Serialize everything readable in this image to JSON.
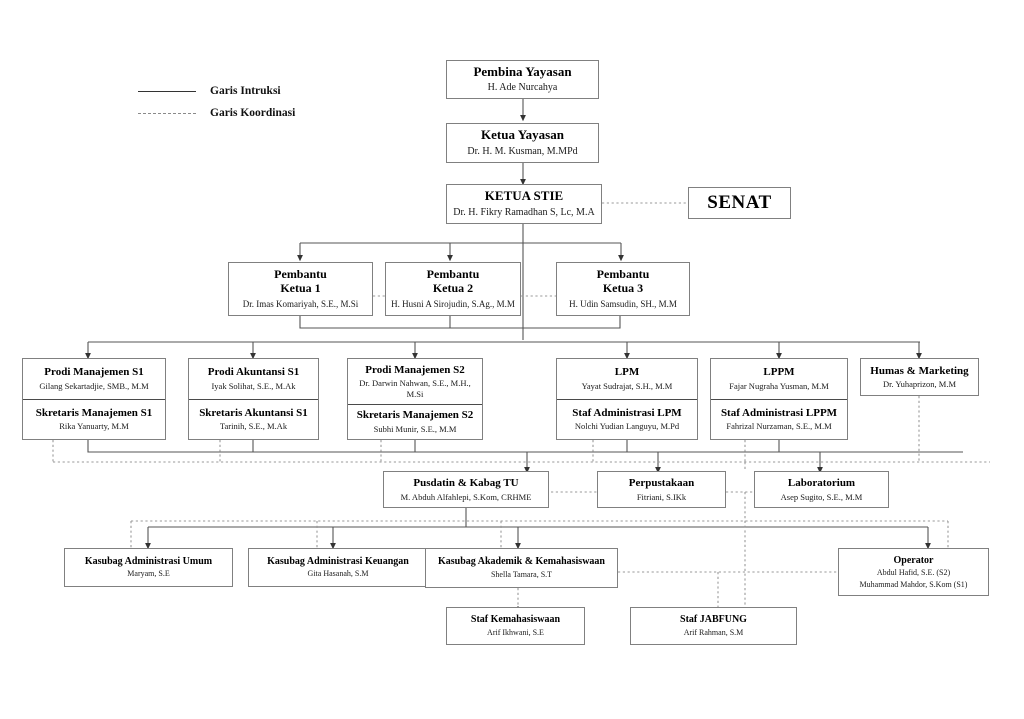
{
  "legend": {
    "items": [
      {
        "label": "Garis Intruksi",
        "style": "solid"
      },
      {
        "label": "Garis Koordinasi",
        "style": "dotted"
      }
    ]
  },
  "nodes": {
    "pembina_yayasan": {
      "title": "Pembina Yayasan",
      "person": "H. Ade Nurcahya"
    },
    "ketua_yayasan": {
      "title": "Ketua Yayasan",
      "person": "Dr. H. M. Kusman, M.MPd"
    },
    "ketua_stie": {
      "title": "KETUA STIE",
      "person": "Dr. H. Fikry Ramadhan S, Lc, M.A"
    },
    "senat": {
      "title": "SENAT"
    },
    "pembantu_ketua_1": {
      "title_line1": "Pembantu",
      "title_line2": "Ketua 1",
      "person": "Dr. Imas Komariyah, S.E., M.Si"
    },
    "pembantu_ketua_2": {
      "title_line1": "Pembantu",
      "title_line2": "Ketua 2",
      "person": "H. Husni A Sirojudin, S.Ag., M.M"
    },
    "pembantu_ketua_3": {
      "title_line1": "Pembantu",
      "title_line2": "Ketua 3",
      "person": "H. Udin Samsudin, SH., M.M"
    },
    "prodi_manajemen_s1": {
      "title": "Prodi Manajemen S1",
      "person": "Gilang Sekartadjie, SMB., M.M"
    },
    "skretaris_manajemen_s1": {
      "title": "Skretaris Manajemen S1",
      "person": "Rika Yanuarty, M.M"
    },
    "prodi_akuntansi_s1": {
      "title": "Prodi Akuntansi S1",
      "person": "Iyak Solihat, S.E., M.Ak"
    },
    "skretaris_akuntansi_s1": {
      "title": "Skretaris Akuntansi S1",
      "person": "Tarinih, S.E., M.Ak"
    },
    "prodi_manajemen_s2": {
      "title": "Prodi Manajemen S2",
      "person": "Dr. Darwin Nahwan, S.E., M.H., M.Si"
    },
    "skretaris_manajemen_s2": {
      "title": "Skretaris Manajemen S2",
      "person": "Subhi Munir, S.E., M.M"
    },
    "lpm": {
      "title": "LPM",
      "person": "Yayat Sudrajat, S.H., M.M"
    },
    "staf_administrasi_lpm": {
      "title": "Staf Administrasi LPM",
      "person": "Nolchi Yudian Languyu, M.Pd"
    },
    "lppm": {
      "title": "LPPM",
      "person": "Fajar Nugraha Yusman, M.M"
    },
    "staf_administrasi_lppm": {
      "title": "Staf Administrasi LPPM",
      "person": "Fahrizal Nurzaman, S.E., M.M"
    },
    "humas_marketing": {
      "title": "Humas & Marketing",
      "person": "Dr. Yuhaprizon, M.M"
    },
    "pusdatin_kabag_tu": {
      "title": "Pusdatin & Kabag TU",
      "person": "M. Abduh Alfahlepi, S.Kom, CRHME"
    },
    "perpustakaan": {
      "title": "Perpustakaan",
      "person": "Fitriani, S.IKk"
    },
    "laboratorium": {
      "title": "Laboratorium",
      "person": "Asep Sugito, S.E., M.M"
    },
    "kasubag_administrasi_umum": {
      "title": "Kasubag Administrasi Umum",
      "person": "Maryam, S.E"
    },
    "kasubag_administrasi_keuangan": {
      "title": "Kasubag Administrasi Keuangan",
      "person": "Gita Hasanah, S.M"
    },
    "kasubag_akademik": {
      "title": "Kasubag Akademik & Kemahasiswaan",
      "person": "Shella Tamara, S.T"
    },
    "operator": {
      "title": "Operator",
      "person": "Abdul Hafid, S.E. (S2)",
      "person2": "Muhammad Mahdor, S.Kom (S1)"
    },
    "staf_kemahasiswaan": {
      "title": "Staf Kemahasiswaan",
      "person": "Arif Ikhwani, S.E"
    },
    "staf_jabfung": {
      "title": "Staf JABFUNG",
      "person": "Arif Rahman, S.M"
    }
  },
  "colors": {
    "box_border": "#808080",
    "divider": "#4a4a4a",
    "instruction_line": "#555555",
    "coordination_line": "#999999",
    "text": "#000000",
    "background": "#ffffff"
  }
}
